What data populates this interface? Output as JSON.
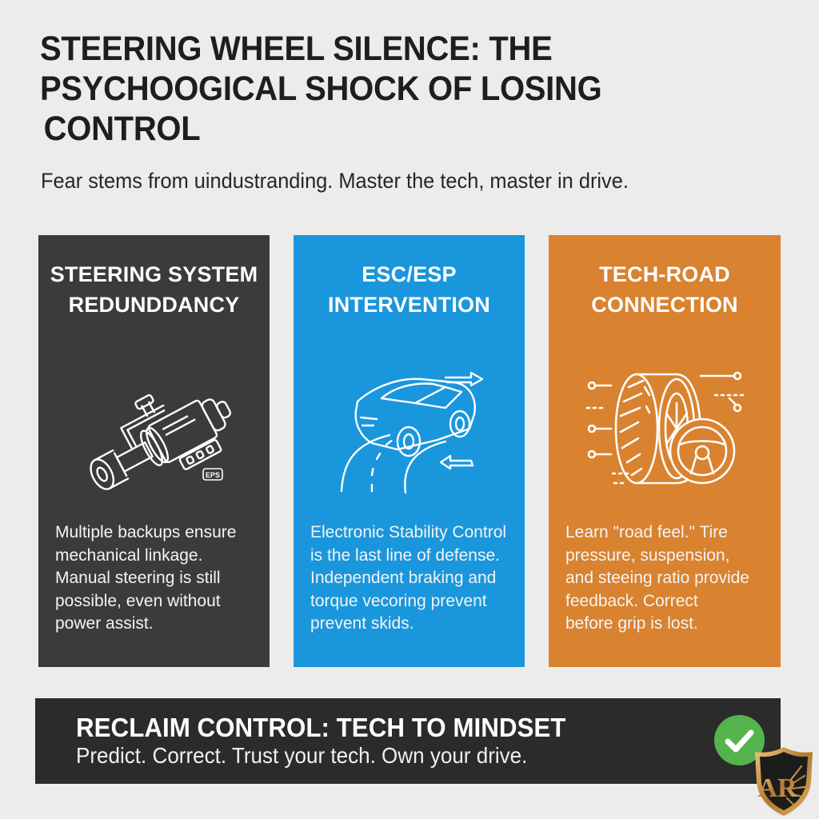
{
  "header": {
    "title_lines": [
      "STEERING WHEEL SILENCE: THE",
      "PSYCHOOGICAL SHOCK OF LOSING",
      "CONTROL"
    ],
    "subtitle": "Fear stems from uindustranding. Master the tech, master in drive."
  },
  "panels": [
    {
      "title_lines": [
        "STEERING SYSTEM",
        "REDUNDDANCY"
      ],
      "icon": "steering-column-motor-icon",
      "icon_badge": "EPS",
      "color": "#3b3b3b",
      "body_lines": [
        "Multiple backups ensure",
        "mechanical linkage.",
        "Manual steering is still",
        "possible, even without",
        "power assist."
      ]
    },
    {
      "title_lines": [
        "ESC/ESP",
        "INTERVENTION"
      ],
      "icon": "skidding-car-icon",
      "color": "#1a96dc",
      "body_lines": [
        "Electronic Stability Control",
        "is the last line of defense.",
        "Independent braking and",
        "torque vecoring prevent",
        "prevent skids."
      ]
    },
    {
      "title_lines": [
        "TECH-ROAD",
        "CONNECTION"
      ],
      "icon": "tire-steering-wheel-icon",
      "color": "#d9822f",
      "body_lines": [
        "Learn \"road feel.\" Tire",
        "pressure, suspension,",
        "and steeing ratio provide",
        "feedback.  Correct",
        "before grip is lost."
      ]
    }
  ],
  "cta": {
    "title": "RECLAIM CONTROL: TECH TO MINDSET",
    "subtitle": "Predict. Correct. Trust your tech. Own your drive.",
    "check_icon": "check-circle-icon",
    "check_color": "#55b34e"
  },
  "logo": {
    "icon": "shield-logo-icon",
    "text": "AR"
  }
}
